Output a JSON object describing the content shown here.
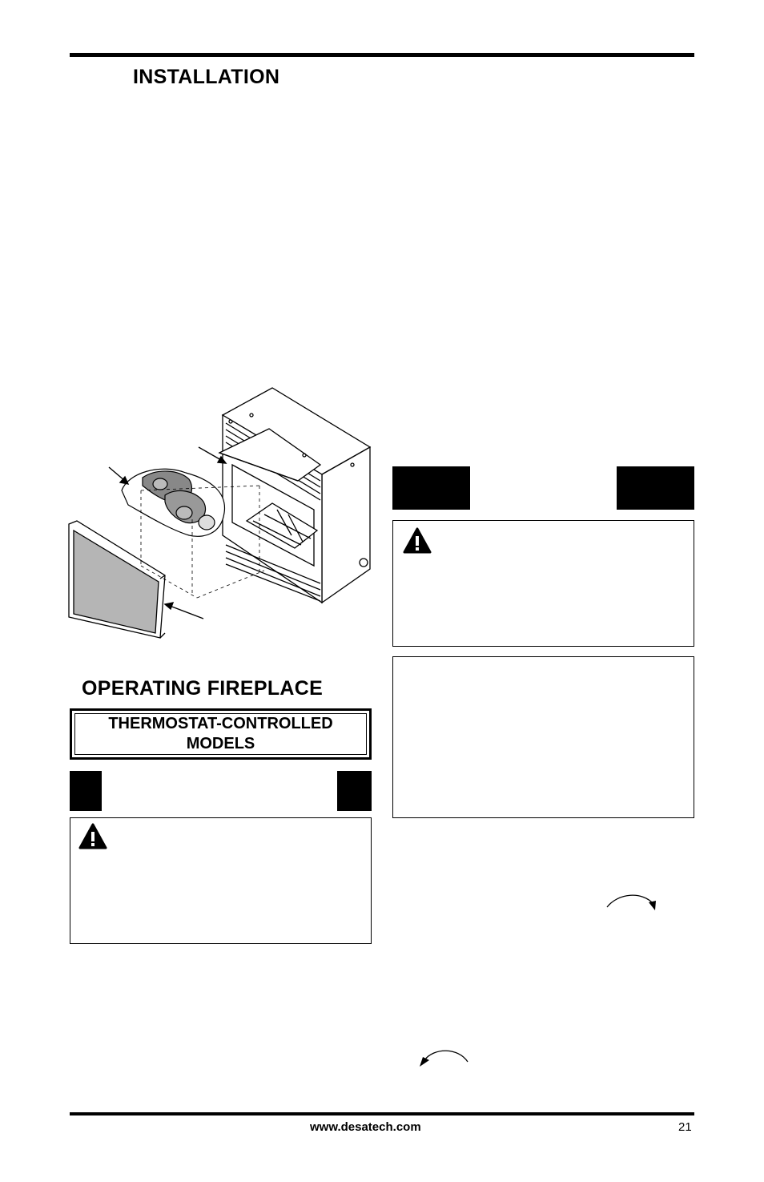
{
  "header": {
    "section_title": "INSTALLATION"
  },
  "operating": {
    "title": "OPERATING FIREPLACE",
    "subheading": "THERMOSTAT-CONTROLLED MODELS"
  },
  "footer": {
    "url": "www.desatech.com",
    "page_number": "21"
  },
  "icons": {
    "warning": "warning-triangle-icon",
    "rotate_cw": "clockwise-arrow-icon",
    "rotate_ccw": "counterclockwise-arrow-icon"
  }
}
